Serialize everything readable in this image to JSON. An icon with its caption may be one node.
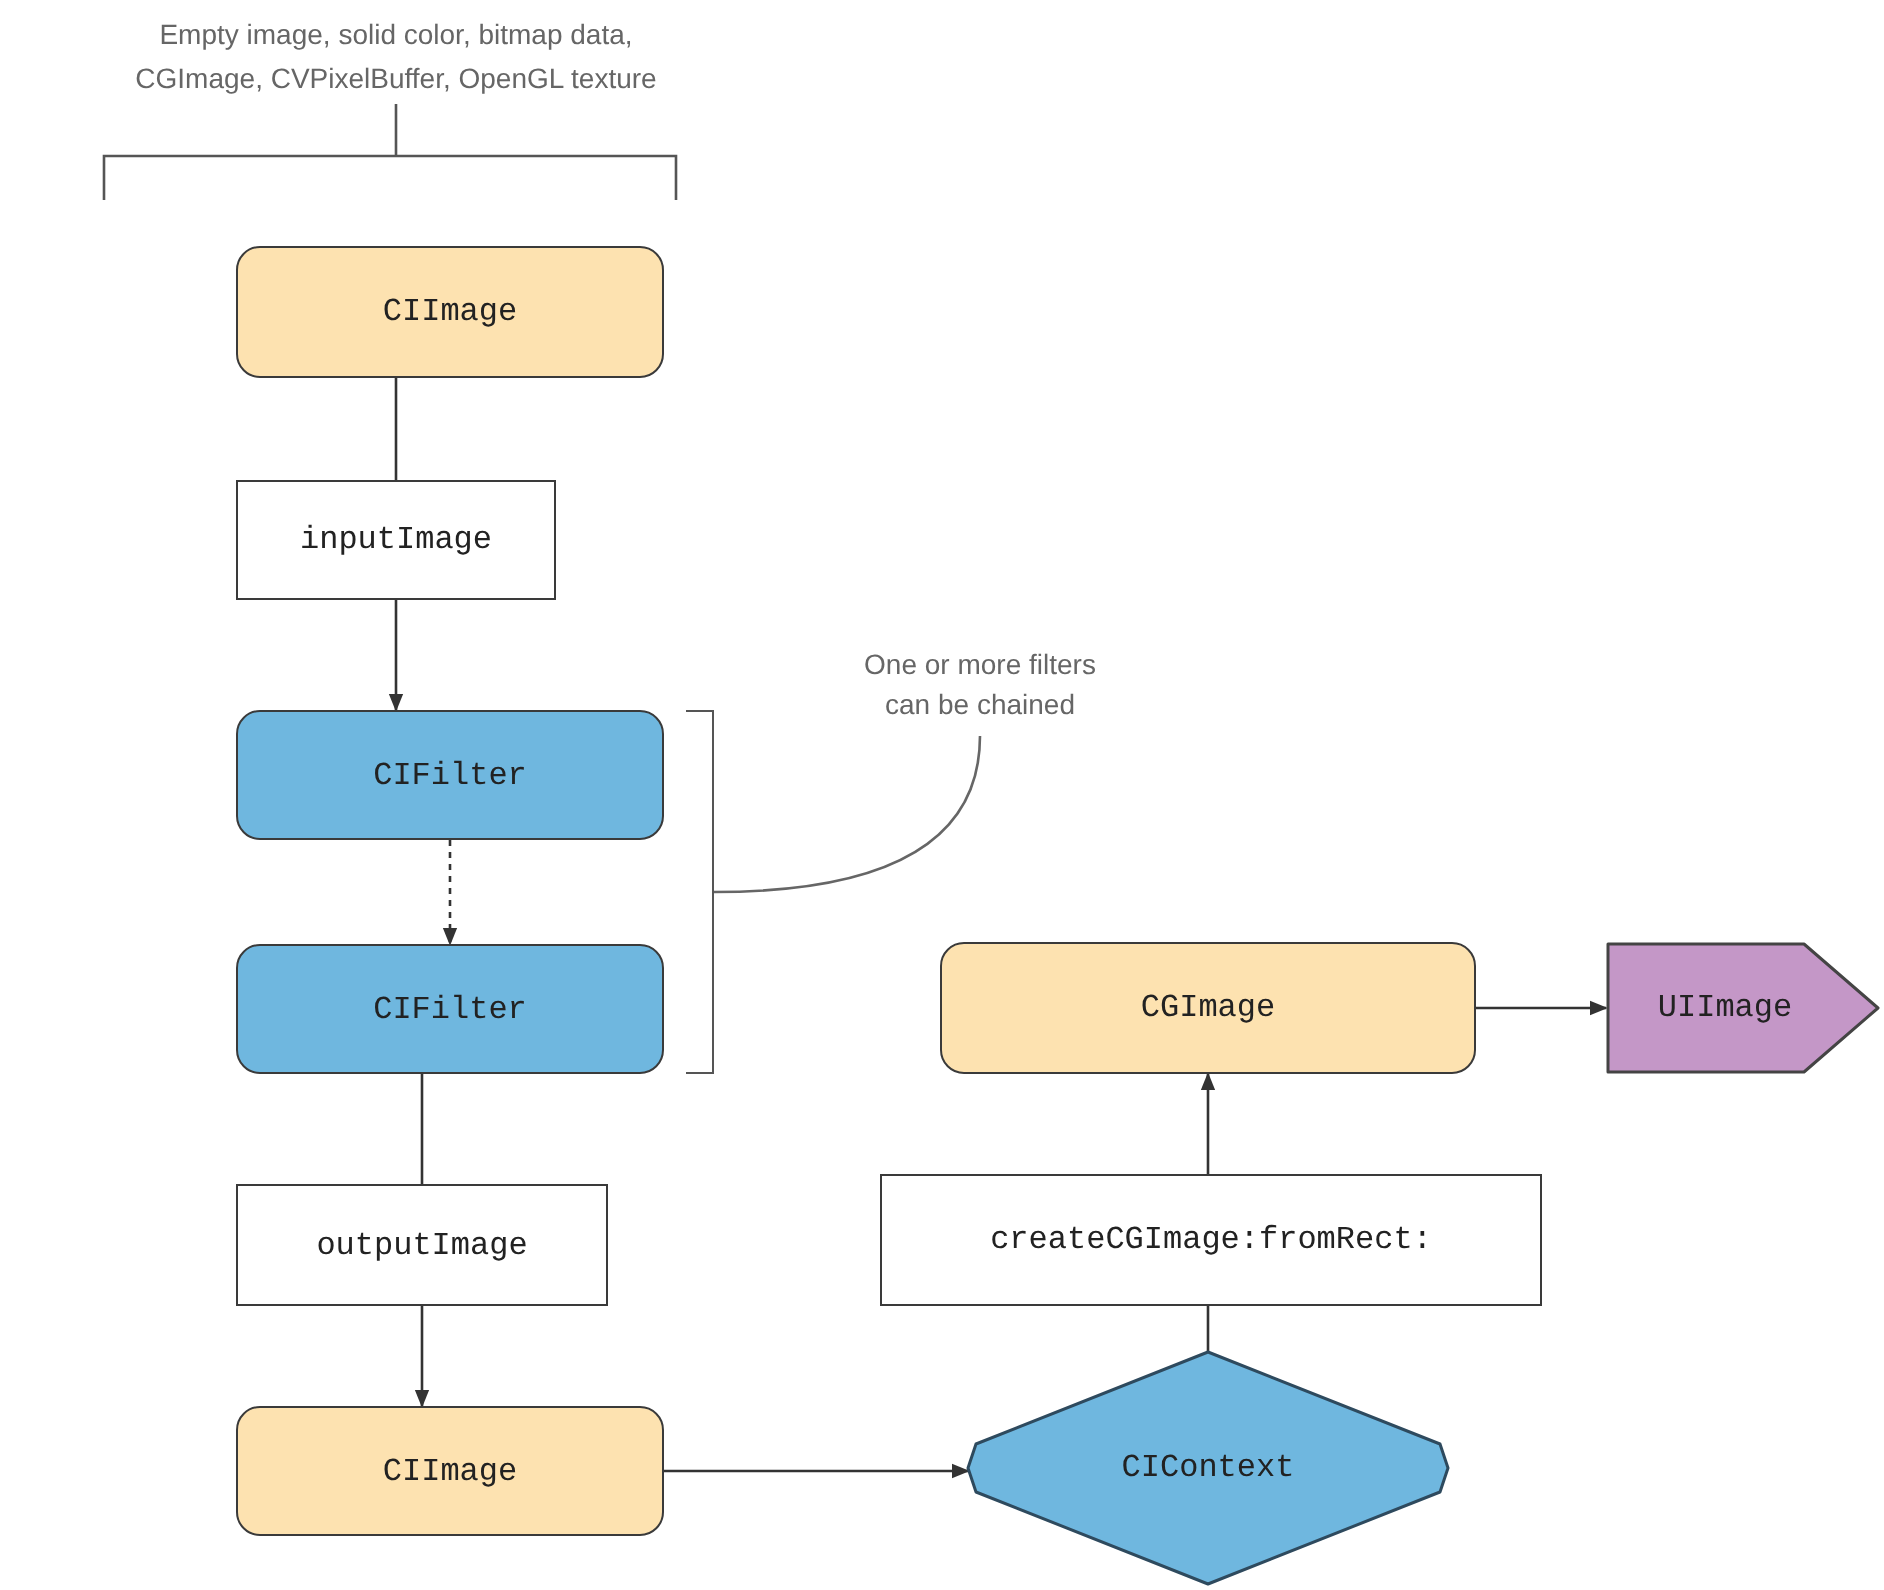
{
  "diagram": {
    "nodes": [
      {
        "text": [
          "CIImage"
        ]
      },
      {
        "text": [
          "inputImage"
        ]
      },
      {
        "text": [
          "CIFilter"
        ]
      },
      {
        "text": [
          "CIFilter"
        ]
      },
      {
        "text": [
          "outputImage"
        ]
      },
      {
        "text": [
          "CIImage"
        ]
      },
      {
        "text": [
          "CIContext"
        ]
      },
      {
        "text": [
          "createCGImage:fromRect:"
        ]
      },
      {
        "text": [
          "CGImage"
        ]
      },
      {
        "text": [
          "UIImage"
        ]
      },
      {
        "text": [
          "One or more filters can be chained"
        ]
      },
      {
        "text": [],
        "shape": "bracket"
      }
    ],
    "edges": [
      {
        "from": 0,
        "to": 1,
        "arrow": "none"
      },
      {
        "from": 1,
        "to": 2,
        "arrow": "to"
      },
      {
        "from": 2,
        "to": 3,
        "arrow": "to",
        "style": "dashed"
      },
      {
        "from": 3,
        "to": 4,
        "arrow": "none"
      },
      {
        "from": 4,
        "to": 5,
        "arrow": "to"
      },
      {
        "from": 5,
        "to": 6,
        "arrow": "to"
      },
      {
        "from": 6,
        "to": 7,
        "arrow": "none"
      },
      {
        "from": 7,
        "to": 8,
        "arrow": "to"
      },
      {
        "from": 8,
        "to": 9,
        "arrow": "to"
      },
      {
        "from": 10,
        "to": 11,
        "arrow": "none"
      }
    ],
    "labels": [
      "Empty image, solid color, bitmap data, CGImage, CVPixelBuffer, OpenGL texture"
    ]
  }
}
